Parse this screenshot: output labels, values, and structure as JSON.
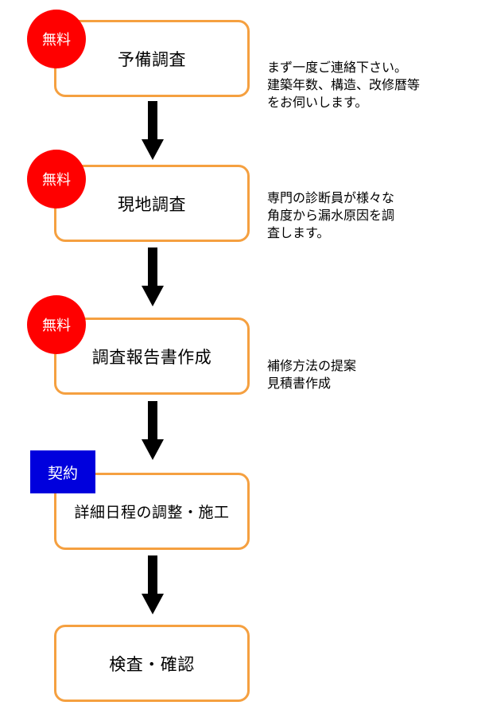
{
  "steps": [
    {
      "label": "予備調査"
    },
    {
      "label": "現地調査"
    },
    {
      "label": "調査報告書作成"
    },
    {
      "label": "詳細日程の調整・施工"
    },
    {
      "label": "検査・確認"
    }
  ],
  "badges": {
    "free": "無料",
    "contract": "契約"
  },
  "notes": [
    "まず一度ご連絡下さい。\n建築年数、構造、改修暦等\nをお伺いします。",
    "専門の診断員が様々な\n角度から漏水原因を調\n査します。",
    "補修方法の提案\n見積書作成"
  ],
  "colors": {
    "box_border": "#f5a040",
    "free_badge": "#ff0000",
    "contract_badge": "#0000dd",
    "arrow": "#000000"
  }
}
